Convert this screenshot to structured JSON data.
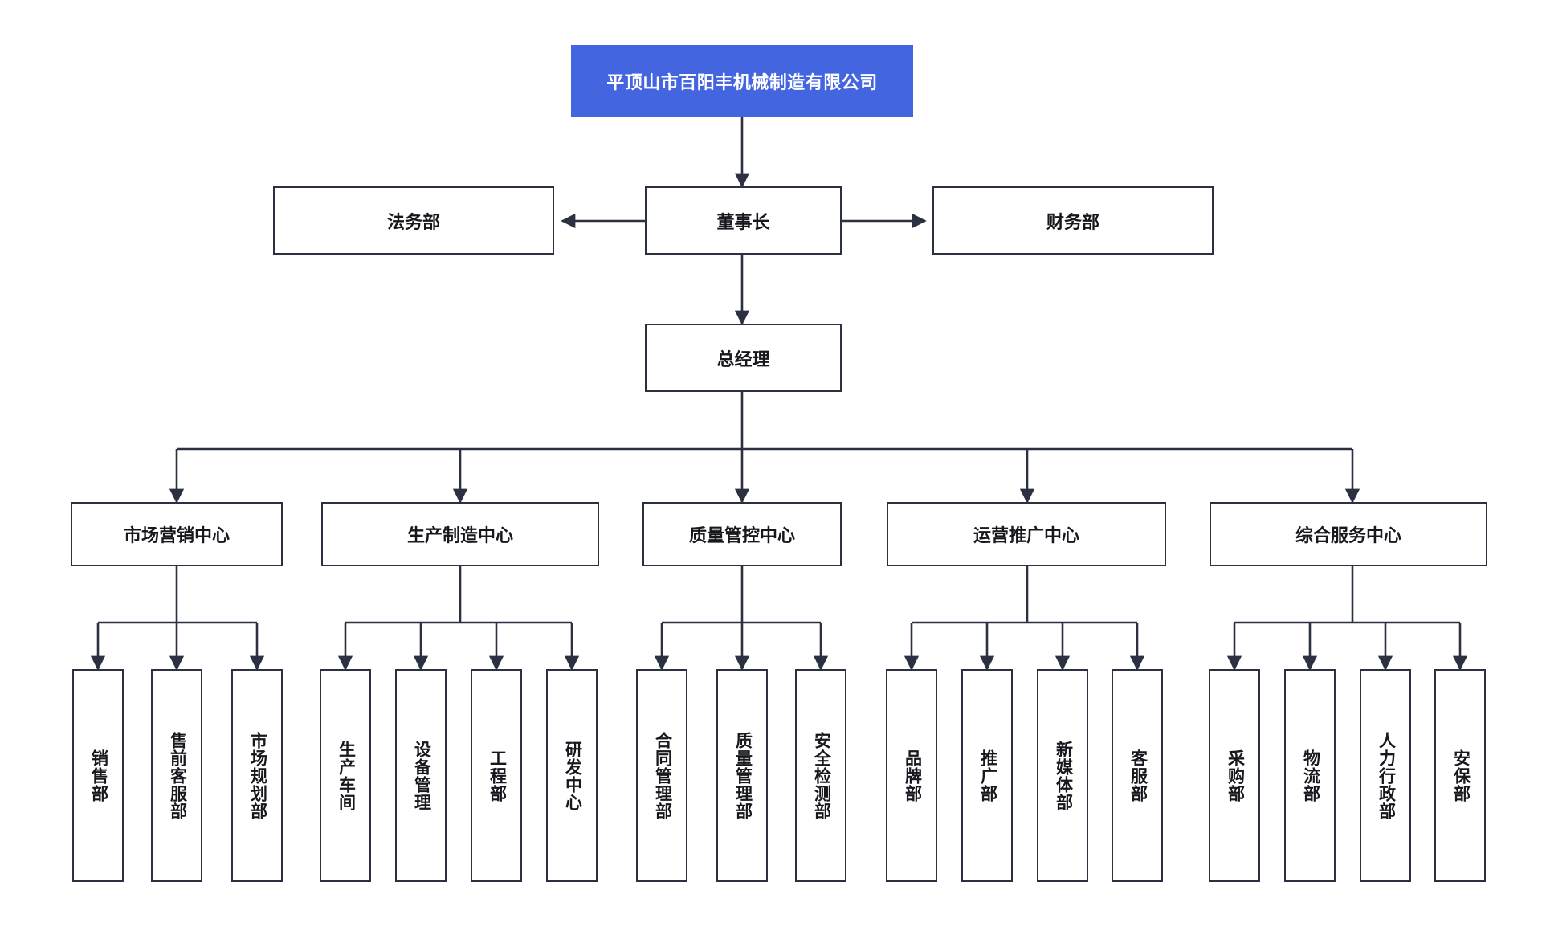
{
  "diagram": {
    "type": "org-chart",
    "title": "平顶山市百阳丰机械制造有限公司",
    "accent_color": "#4365e0",
    "border_color": "#2b3140",
    "text_color": "#16181d",
    "background_color": "#ffffff"
  },
  "root": {
    "label": "平顶山市百阳丰机械制造有限公司"
  },
  "level2": {
    "left": {
      "label": "法务部"
    },
    "center": {
      "label": "董事长"
    },
    "right": {
      "label": "财务部"
    }
  },
  "level3": {
    "center": {
      "label": "总经理"
    }
  },
  "centers": [
    {
      "label": "市场营销中心",
      "children": [
        {
          "label": "销售部"
        },
        {
          "label": "售前客服部"
        },
        {
          "label": "市场规划部"
        }
      ]
    },
    {
      "label": "生产制造中心",
      "children": [
        {
          "label": "生产车间"
        },
        {
          "label": "设备管理"
        },
        {
          "label": "工程部"
        },
        {
          "label": "研发中心"
        }
      ]
    },
    {
      "label": "质量管控中心",
      "children": [
        {
          "label": "合同管理部"
        },
        {
          "label": "质量管理部"
        },
        {
          "label": "安全检测部"
        }
      ]
    },
    {
      "label": "运营推广中心",
      "children": [
        {
          "label": "品牌部"
        },
        {
          "label": "推广部"
        },
        {
          "label": "新媒体部"
        },
        {
          "label": "客服部"
        }
      ]
    },
    {
      "label": "综合服务中心",
      "children": [
        {
          "label": "采购部"
        },
        {
          "label": "物流部"
        },
        {
          "label": "人力行政部"
        },
        {
          "label": "安保部"
        }
      ]
    }
  ]
}
